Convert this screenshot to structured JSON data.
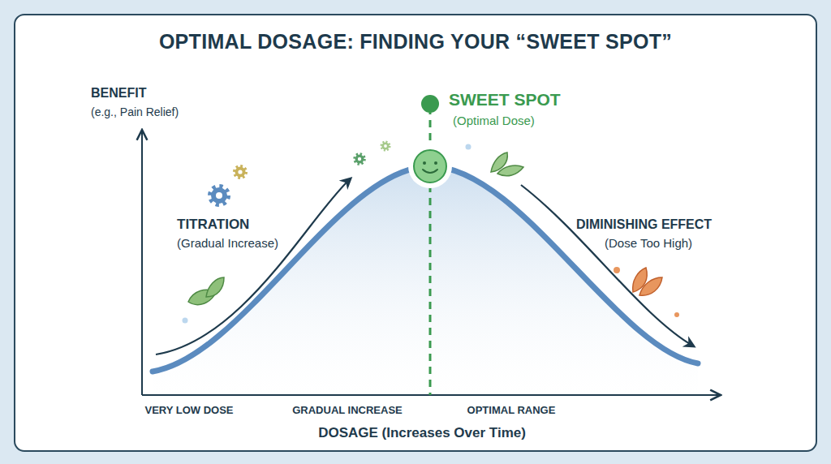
{
  "diagram": {
    "title": "OPTIMAL DOSAGE: FINDING YOUR “SWEET SPOT”",
    "labels": [
      "BENEFIT",
      "(e.g., Pain Relief)",
      "TITRATION",
      "(Gradual Increase)",
      "SWEET SPOT",
      "(Optimal Dose)",
      "DIMINISHING EFFECT",
      "(Dose Too High)",
      "VERY LOW DOSE",
      "GRADUAL INCREASE",
      "OPTIMAL RANGE",
      "DOSAGE (Increases Over Time)"
    ]
  }
}
